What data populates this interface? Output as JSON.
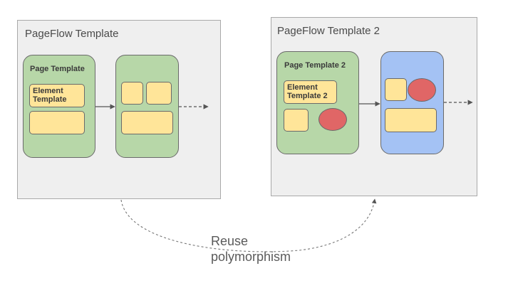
{
  "frames": {
    "left": {
      "title": "PageFlow Template",
      "page": {
        "title": "Page Template",
        "element_label": "Element\nTemplate"
      }
    },
    "right": {
      "title": "PageFlow Template 2",
      "page": {
        "title": "Page Template 2",
        "element_label": "Element\nTemplate 2"
      }
    }
  },
  "reuse": {
    "line1": "Reuse",
    "line2": "polymorphism"
  },
  "colors": {
    "frame_bg": "#efefef",
    "page_green": "#b7d7a8",
    "page_blue": "#a4c2f4",
    "element_yellow": "#ffe599",
    "oval_red": "#e06666"
  }
}
